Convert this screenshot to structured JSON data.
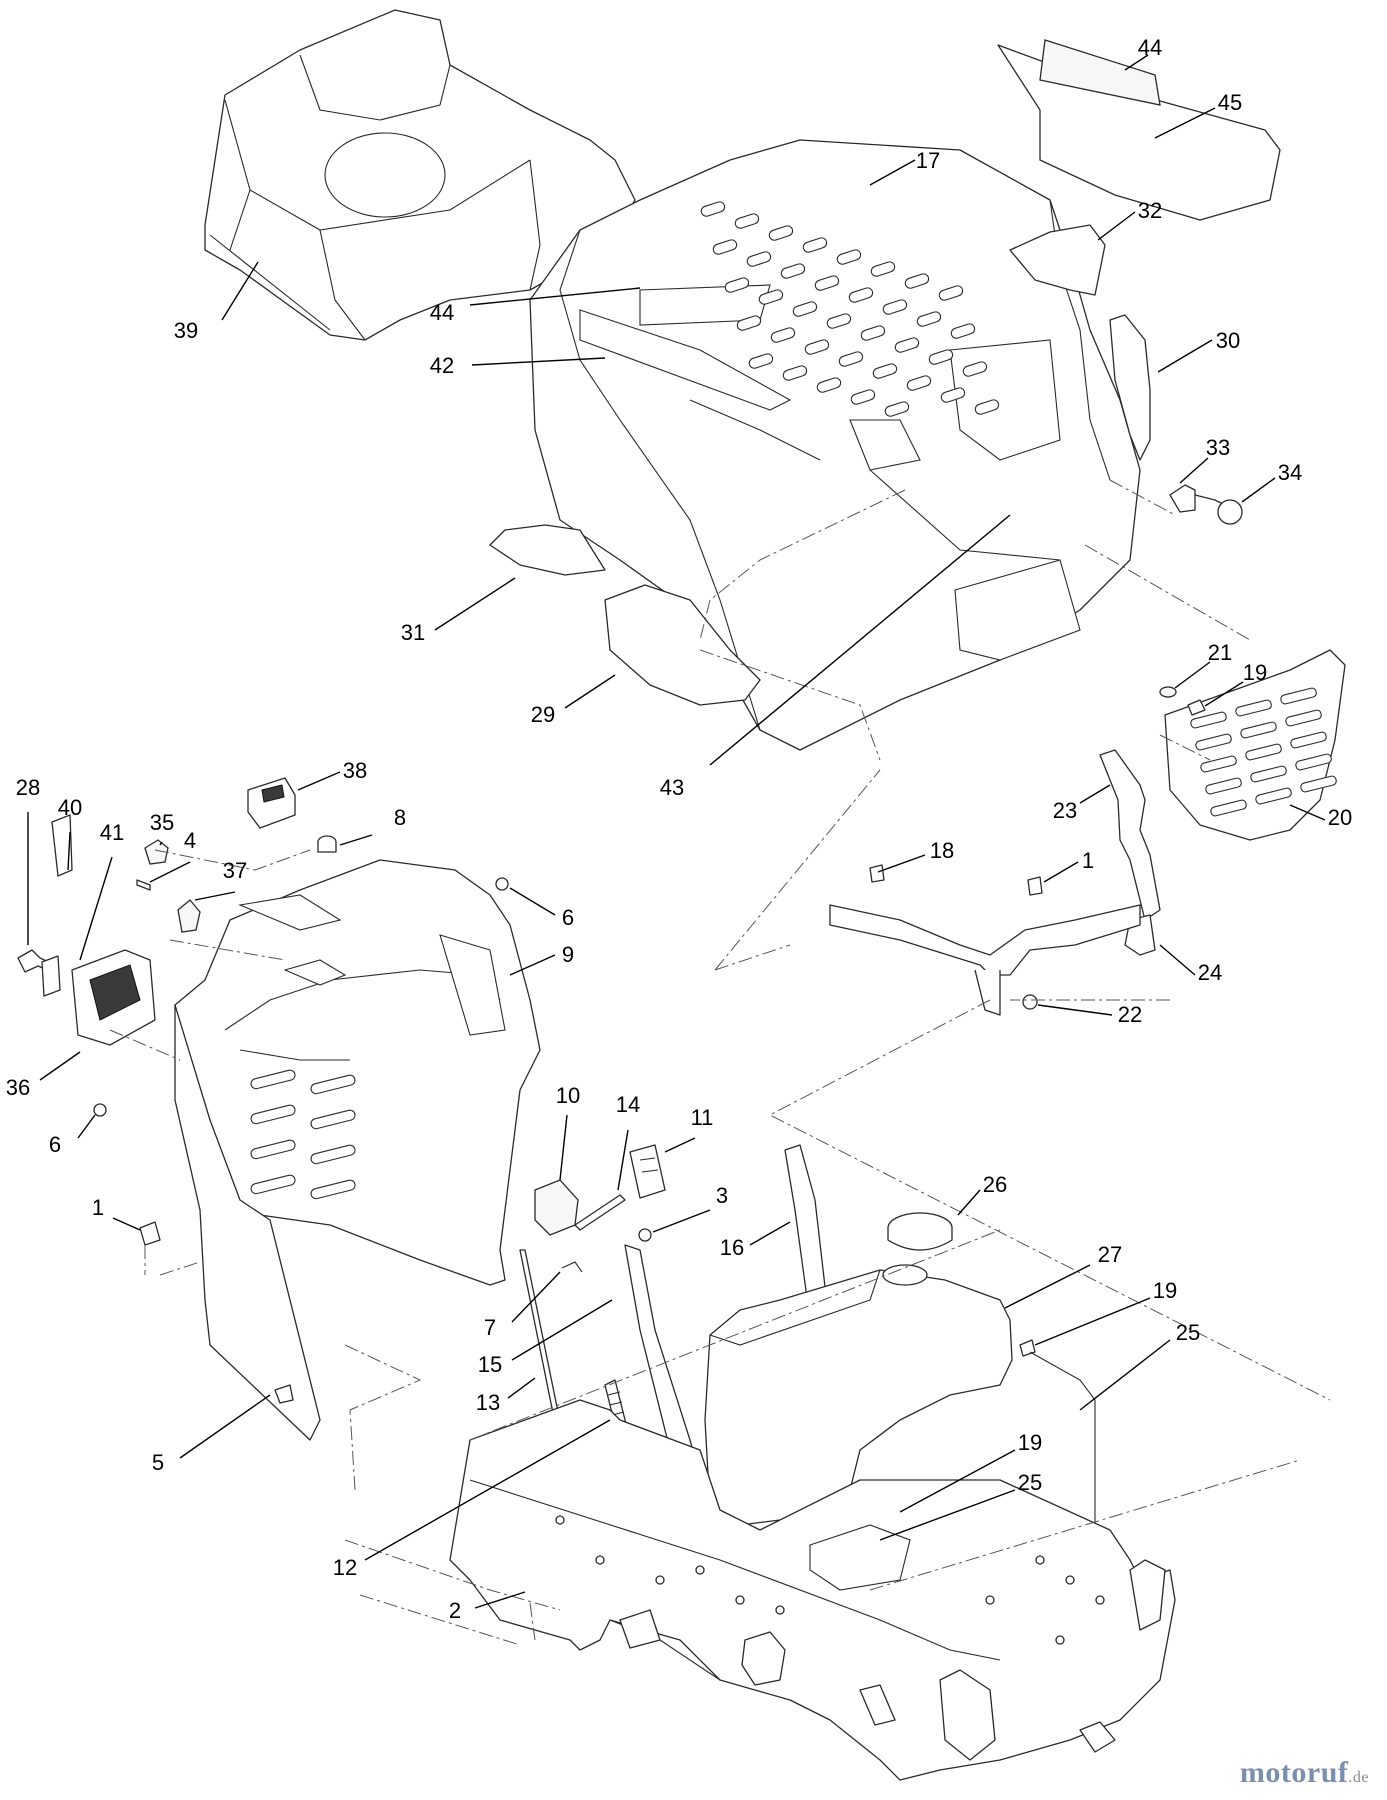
{
  "watermark": {
    "brand": "motoruf",
    "tld": ".de"
  },
  "callouts": [
    {
      "id": "c44a",
      "label": "44"
    },
    {
      "id": "c45",
      "label": "45"
    },
    {
      "id": "c17",
      "label": "17"
    },
    {
      "id": "c32",
      "label": "32"
    },
    {
      "id": "c30",
      "label": "30"
    },
    {
      "id": "c39",
      "label": "39"
    },
    {
      "id": "c44b",
      "label": "44"
    },
    {
      "id": "c42",
      "label": "42"
    },
    {
      "id": "c33",
      "label": "33"
    },
    {
      "id": "c34",
      "label": "34"
    },
    {
      "id": "c31",
      "label": "31"
    },
    {
      "id": "c29",
      "label": "29"
    },
    {
      "id": "c21",
      "label": "21"
    },
    {
      "id": "c19a",
      "label": "19"
    },
    {
      "id": "c43",
      "label": "43"
    },
    {
      "id": "c20",
      "label": "20"
    },
    {
      "id": "c23",
      "label": "23"
    },
    {
      "id": "c38",
      "label": "38"
    },
    {
      "id": "c28",
      "label": "28"
    },
    {
      "id": "c40",
      "label": "40"
    },
    {
      "id": "c41",
      "label": "41"
    },
    {
      "id": "c35",
      "label": "35"
    },
    {
      "id": "c4",
      "label": "4"
    },
    {
      "id": "c37",
      "label": "37"
    },
    {
      "id": "c8",
      "label": "8"
    },
    {
      "id": "c18",
      "label": "18"
    },
    {
      "id": "c1a",
      "label": "1"
    },
    {
      "id": "c6a",
      "label": "6"
    },
    {
      "id": "c9",
      "label": "9"
    },
    {
      "id": "c24",
      "label": "24"
    },
    {
      "id": "c22",
      "label": "22"
    },
    {
      "id": "c36",
      "label": "36"
    },
    {
      "id": "c6b",
      "label": "6"
    },
    {
      "id": "c10",
      "label": "10"
    },
    {
      "id": "c14",
      "label": "14"
    },
    {
      "id": "c11",
      "label": "11"
    },
    {
      "id": "c26",
      "label": "26"
    },
    {
      "id": "c3",
      "label": "3"
    },
    {
      "id": "c1b",
      "label": "1"
    },
    {
      "id": "c16",
      "label": "16"
    },
    {
      "id": "c27",
      "label": "27"
    },
    {
      "id": "c19b",
      "label": "19"
    },
    {
      "id": "c7",
      "label": "7"
    },
    {
      "id": "c25a",
      "label": "25"
    },
    {
      "id": "c15",
      "label": "15"
    },
    {
      "id": "c13",
      "label": "13"
    },
    {
      "id": "c5",
      "label": "5"
    },
    {
      "id": "c19c",
      "label": "19"
    },
    {
      "id": "c25b",
      "label": "25"
    },
    {
      "id": "c12",
      "label": "12"
    },
    {
      "id": "c2",
      "label": "2"
    }
  ]
}
